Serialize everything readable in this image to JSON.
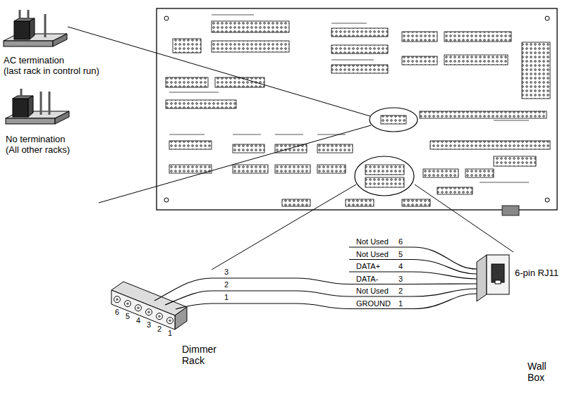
{
  "diagram": {
    "labels": [
      "AC termination (last rack in control run)",
      "No termination (All other racks)",
      "Not Used",
      "6",
      "Not Used",
      "5",
      "DATA+",
      "4",
      "DATA-",
      "3",
      "Not Used",
      "2",
      "GROUND",
      "1",
      "6-pin RJ11",
      "3",
      "2",
      "1",
      "6",
      "5",
      "4",
      "3",
      "2",
      "1",
      "Dimmer Rack",
      "Wall Box"
    ]
  }
}
